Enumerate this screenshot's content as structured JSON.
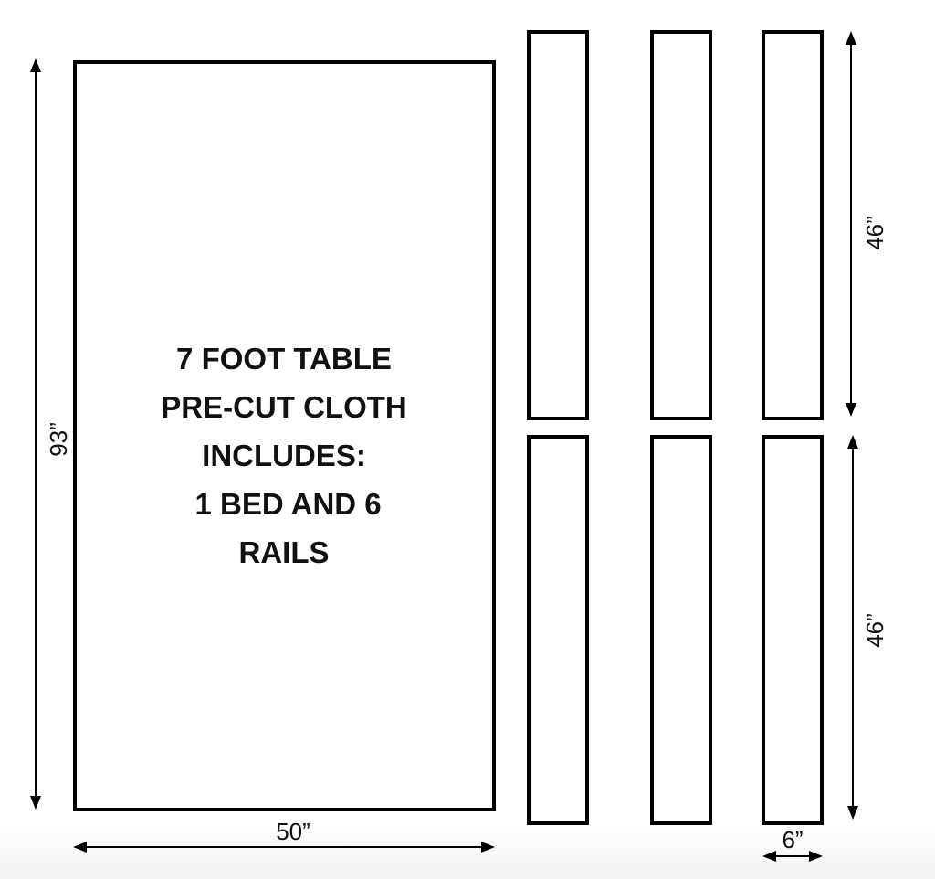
{
  "diagram": {
    "title_lines": [
      "7 FOOT TABLE",
      "PRE-CUT CLOTH",
      "INCLUDES:",
      " 1 BED AND 6",
      "RAILS"
    ],
    "bed": {
      "width_label": "50”",
      "height_label": "93”"
    },
    "rails": {
      "count": 6,
      "length_label_top": "46”",
      "length_label_bottom": "46”",
      "width_label": "6”"
    },
    "colors": {
      "stroke": "#000000",
      "background": "#ffffff"
    }
  }
}
